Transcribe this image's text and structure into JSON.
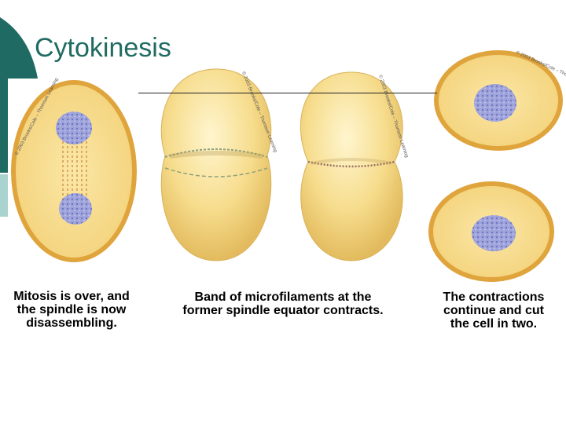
{
  "slide": {
    "title": "Cytokinesis",
    "captions": [
      "Mitosis is over, and\nthe spindle is now\ndisassembling.",
      "Band of microfilaments at the\nformer spindle equator contracts.",
      "The contractions\ncontinue and cut\nthe cell in two."
    ],
    "copyright": "© 2003 Brooks/Cole – Thomson Learning"
  },
  "colors": {
    "accent_teal": "#1f6b63",
    "light_teal": "#a9d3cf",
    "cell_fill": "#f7df8f",
    "cell_border": "#e0a43c",
    "nucleus": "#8e93cf"
  }
}
